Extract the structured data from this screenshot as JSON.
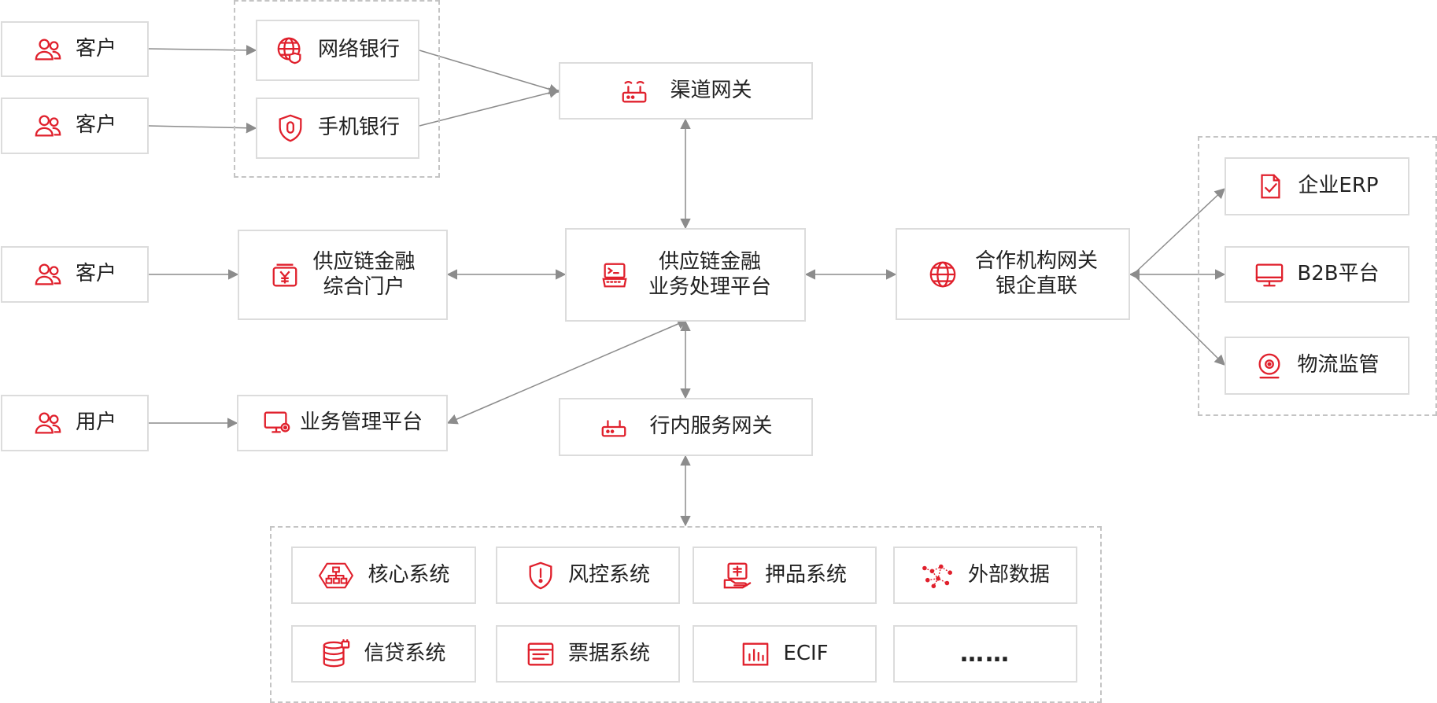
{
  "colors": {
    "accent": "#e0202c",
    "border": "#dcdcdc",
    "arrow": "#8c8c8c"
  },
  "customers": [
    {
      "label": "客户",
      "icon": "users-icon"
    },
    {
      "label": "客户",
      "icon": "users-icon"
    },
    {
      "label": "客户",
      "icon": "users-icon"
    },
    {
      "label": "用户",
      "icon": "users-icon"
    }
  ],
  "channels": {
    "online_banking": {
      "label": "网络银行",
      "icon": "globe-shield-icon"
    },
    "mobile_banking": {
      "label": "手机银行",
      "icon": "shield-icon"
    }
  },
  "channel_gateway": {
    "label": "渠道网关",
    "icon": "router-icon"
  },
  "portal": {
    "line1": "供应链金融",
    "line2": "综合门户",
    "icon": "yen-icon"
  },
  "core_platform": {
    "line1": "供应链金融",
    "line2": "业务处理平台",
    "icon": "terminal-icon"
  },
  "partner_gateway": {
    "line1": "合作机构网关",
    "line2": "银企直联",
    "icon": "globe-icon"
  },
  "mgmt_platform": {
    "label": "业务管理平台",
    "icon": "monitor-gear-icon"
  },
  "internal_gateway": {
    "label": "行内服务网关",
    "icon": "router-icon"
  },
  "partners": [
    {
      "label": "企业ERP",
      "icon": "document-check-icon"
    },
    {
      "label": "B2B平台",
      "icon": "monitor-icon"
    },
    {
      "label": "物流监管",
      "icon": "camera-icon"
    }
  ],
  "systems": [
    {
      "label": "核心系统",
      "icon": "hierarchy-icon"
    },
    {
      "label": "风控系统",
      "icon": "shield-alert-icon"
    },
    {
      "label": "押品系统",
      "icon": "collateral-icon"
    },
    {
      "label": "外部数据",
      "icon": "data-network-icon"
    },
    {
      "label": "信贷系统",
      "icon": "database-icon"
    },
    {
      "label": "票据系统",
      "icon": "bill-icon"
    },
    {
      "label": "ECIF",
      "icon": "bar-chart-icon"
    },
    {
      "label": "……",
      "icon": ""
    }
  ]
}
